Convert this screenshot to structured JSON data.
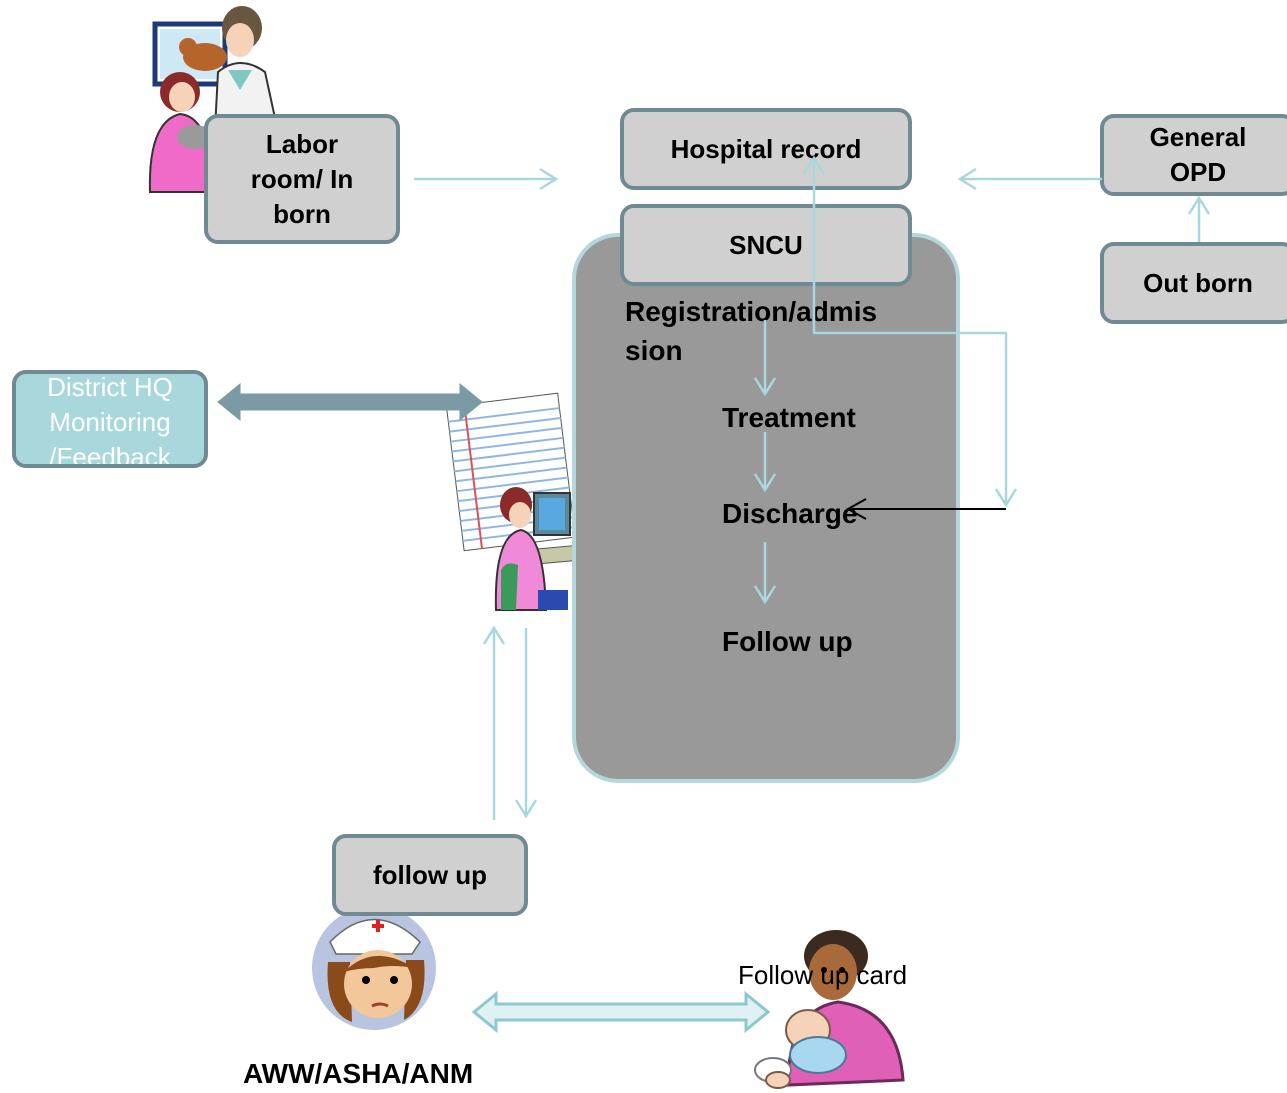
{
  "nodes": {
    "labor_room": "Labor room/  In born",
    "hospital_record": "Hospital record",
    "general_opd": "General OPD",
    "out_born": "Out born",
    "sncu": "SNCU",
    "registration": "Registration/admis sion",
    "treatment": "Treatment",
    "discharge": "Discharge",
    "follow_up_step": "Follow up",
    "district_hq": "District HQ Monitoring /Feedback",
    "follow_up_box": "follow up",
    "follow_up_card": "Follow up card",
    "aww": "AWW/ASHA/ANM"
  },
  "colors": {
    "box_fill": "#d0d0d0",
    "box_border": "#6f8a93",
    "sncu_container": "#999999",
    "arrow": "#a8d8dc",
    "district_fill": "#a8d8dc"
  },
  "icons": [
    "vet-clipart-icon",
    "clerk-computer-icon",
    "nurse-icon",
    "mother-baby-icon"
  ]
}
